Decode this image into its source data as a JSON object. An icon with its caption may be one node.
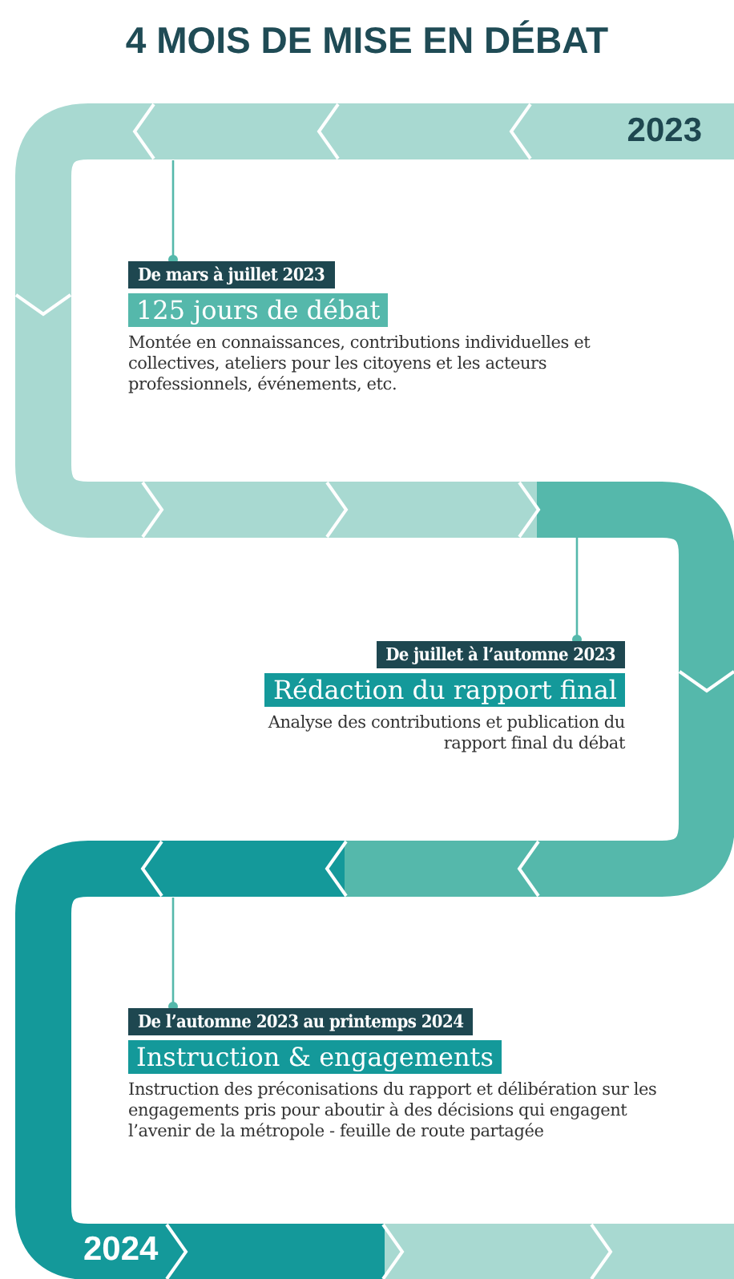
{
  "diagram": {
    "title": "4 MOIS DE MISE EN DÉBAT",
    "nodes": [
      {
        "text": [
          "De mars à juillet 2023",
          "125 jours de débat",
          "Montée en connaissances, contributions individuelles et collectives, ateliers pour les citoyens et les acteurs professionnels, événements, etc."
        ]
      },
      {
        "text": [
          "De juillet à l’automne 2023",
          "Rédaction du rapport final",
          "Analyse des contributions et publication du rapport final du débat"
        ]
      },
      {
        "text": [
          "De l’automne 2023 au printemps 2024",
          "Instruction & engagements",
          "Instruction des préconisations du rapport et délibération sur les engagements pris pour aboutir à des décisions qui engagent l’avenir de la métropole - feuille de route partagée"
        ]
      }
    ],
    "edges": [
      {
        "from": null,
        "to": 0,
        "arrow": "other"
      },
      {
        "from": null,
        "to": 1,
        "arrow": "other"
      },
      {
        "from": null,
        "to": 2,
        "arrow": "other"
      }
    ],
    "labels": [
      "2023",
      "2024"
    ]
  }
}
